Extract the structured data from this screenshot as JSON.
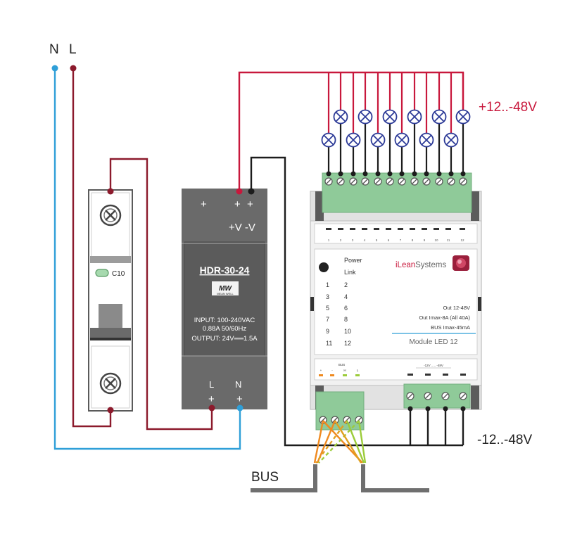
{
  "terminals": {
    "neutral": "N",
    "line": "L"
  },
  "breaker": {
    "rating": "C10"
  },
  "psu": {
    "plus_1": "+",
    "plus_2": "+",
    "plus_3": "+",
    "out_label": "+V -V",
    "model": "HDR-30-24",
    "brand": "MW",
    "brand_sub": "MEAN WELL",
    "input_line_1": "INPUT: 100-240VAC",
    "input_line_2": "0.88A 50/60Hz",
    "output_line": "OUTPUT: 24V══1.5A",
    "l_label": "L",
    "n_label": "N",
    "l_plus": "+",
    "n_plus": "+"
  },
  "module": {
    "brand_pre": "iLean",
    "brand_post": "Systems",
    "power": "Power",
    "link": "Link",
    "led_nums": [
      "1",
      "2",
      "3",
      "4",
      "5",
      "6",
      "7",
      "8",
      "9",
      "10",
      "11",
      "12"
    ],
    "spec_1": "Out 12-48V",
    "spec_2": "Out Imax-8A (All 40A)",
    "spec_3": "BUS Imax-45mA",
    "model": "Module LED 12",
    "bus_header": "BUS",
    "bus_pins": [
      "+",
      "-",
      "H",
      "L"
    ],
    "neg_header": "-12V ..... -48V",
    "top_pins": [
      "1",
      "2",
      "3",
      "4",
      "5",
      "6",
      "7",
      "8",
      "9",
      "10",
      "11",
      "12"
    ]
  },
  "labels": {
    "pos_voltage": "+12..-48V",
    "neg_voltage": "-12..-48V",
    "bus": "BUS"
  },
  "colors": {
    "red_wire": "#c8183c",
    "dark_red_wire": "#8c1a2c",
    "blue_wire": "#2f9fd8",
    "black_wire": "#1c1c1c",
    "terminal_green": "#8fca99",
    "psu_gray": "#6a6a6a",
    "lamp_blue": "#2c3a97"
  }
}
